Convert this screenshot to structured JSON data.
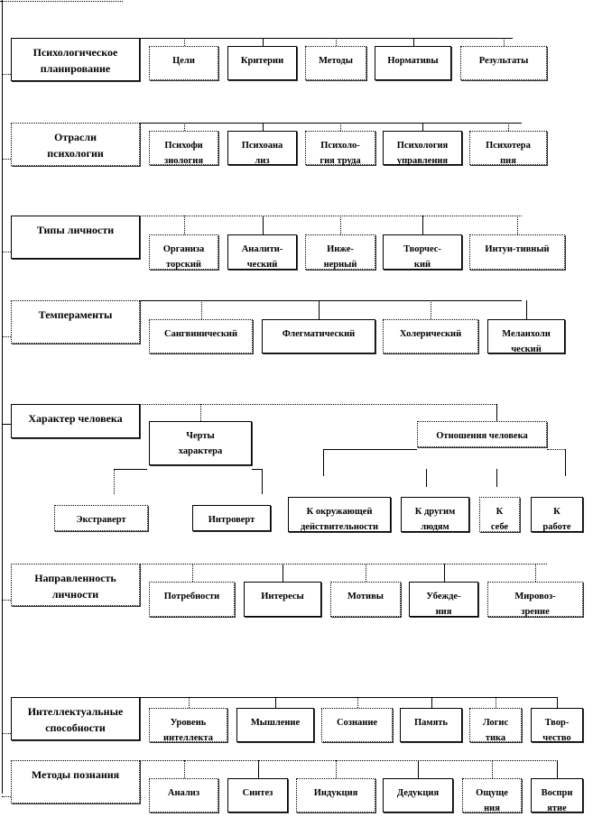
{
  "title": "Схема психологических понятий",
  "rows": [
    {
      "title": "Психологическое\nпланирование",
      "items": [
        "Цели",
        "Критерии",
        "Методы",
        "Нормативы",
        "Результаты"
      ]
    },
    {
      "title": "Отрасли\nпсихологии",
      "items": [
        "Психофи\nзиология",
        "Психоана\nлиз",
        "Психоло-\nгия труда",
        "Психология\nуправления",
        "Психотера\nпия"
      ]
    },
    {
      "title": "Типы личности",
      "items": [
        "Организа\nторский",
        "Аналити-\nческий",
        "Инже-\nнерный",
        "Творчес-\nкий",
        "Интуи-тивный"
      ]
    },
    {
      "title": "Темпераменты",
      "items": [
        "Сангвинический",
        "Флегматический",
        "Холерический",
        "Меланхоли\nческий"
      ]
    },
    {
      "title": "Характер человека",
      "items": [
        "Черты\nхарактера",
        "Отношения человека"
      ]
    },
    {
      "title": "Направленность\nличности",
      "items": [
        "Потребности",
        "Интересы",
        "Мотивы",
        "Убежде-\nния",
        "Мировоз-\nзрение"
      ]
    },
    {
      "title": "Интеллектуальные\nспособности",
      "items": [
        "Уровень\nинтеллекта",
        "Мышление",
        "Сознание",
        "Память",
        "Логис\nтика",
        "Твор-\nчество"
      ]
    },
    {
      "title": "Методы познания",
      "items": [
        "Анализ",
        "Синтез",
        "Индукция",
        "Дедукция",
        "Ощуще\nния",
        "Воспри\nятие"
      ]
    }
  ],
  "character": {
    "traits": [
      "Экстраверт",
      "Интроверт"
    ],
    "relations": [
      "К окружающей\nдействительности",
      "К другим\nлюдям",
      "К\nсебе",
      "К\nработе"
    ]
  }
}
